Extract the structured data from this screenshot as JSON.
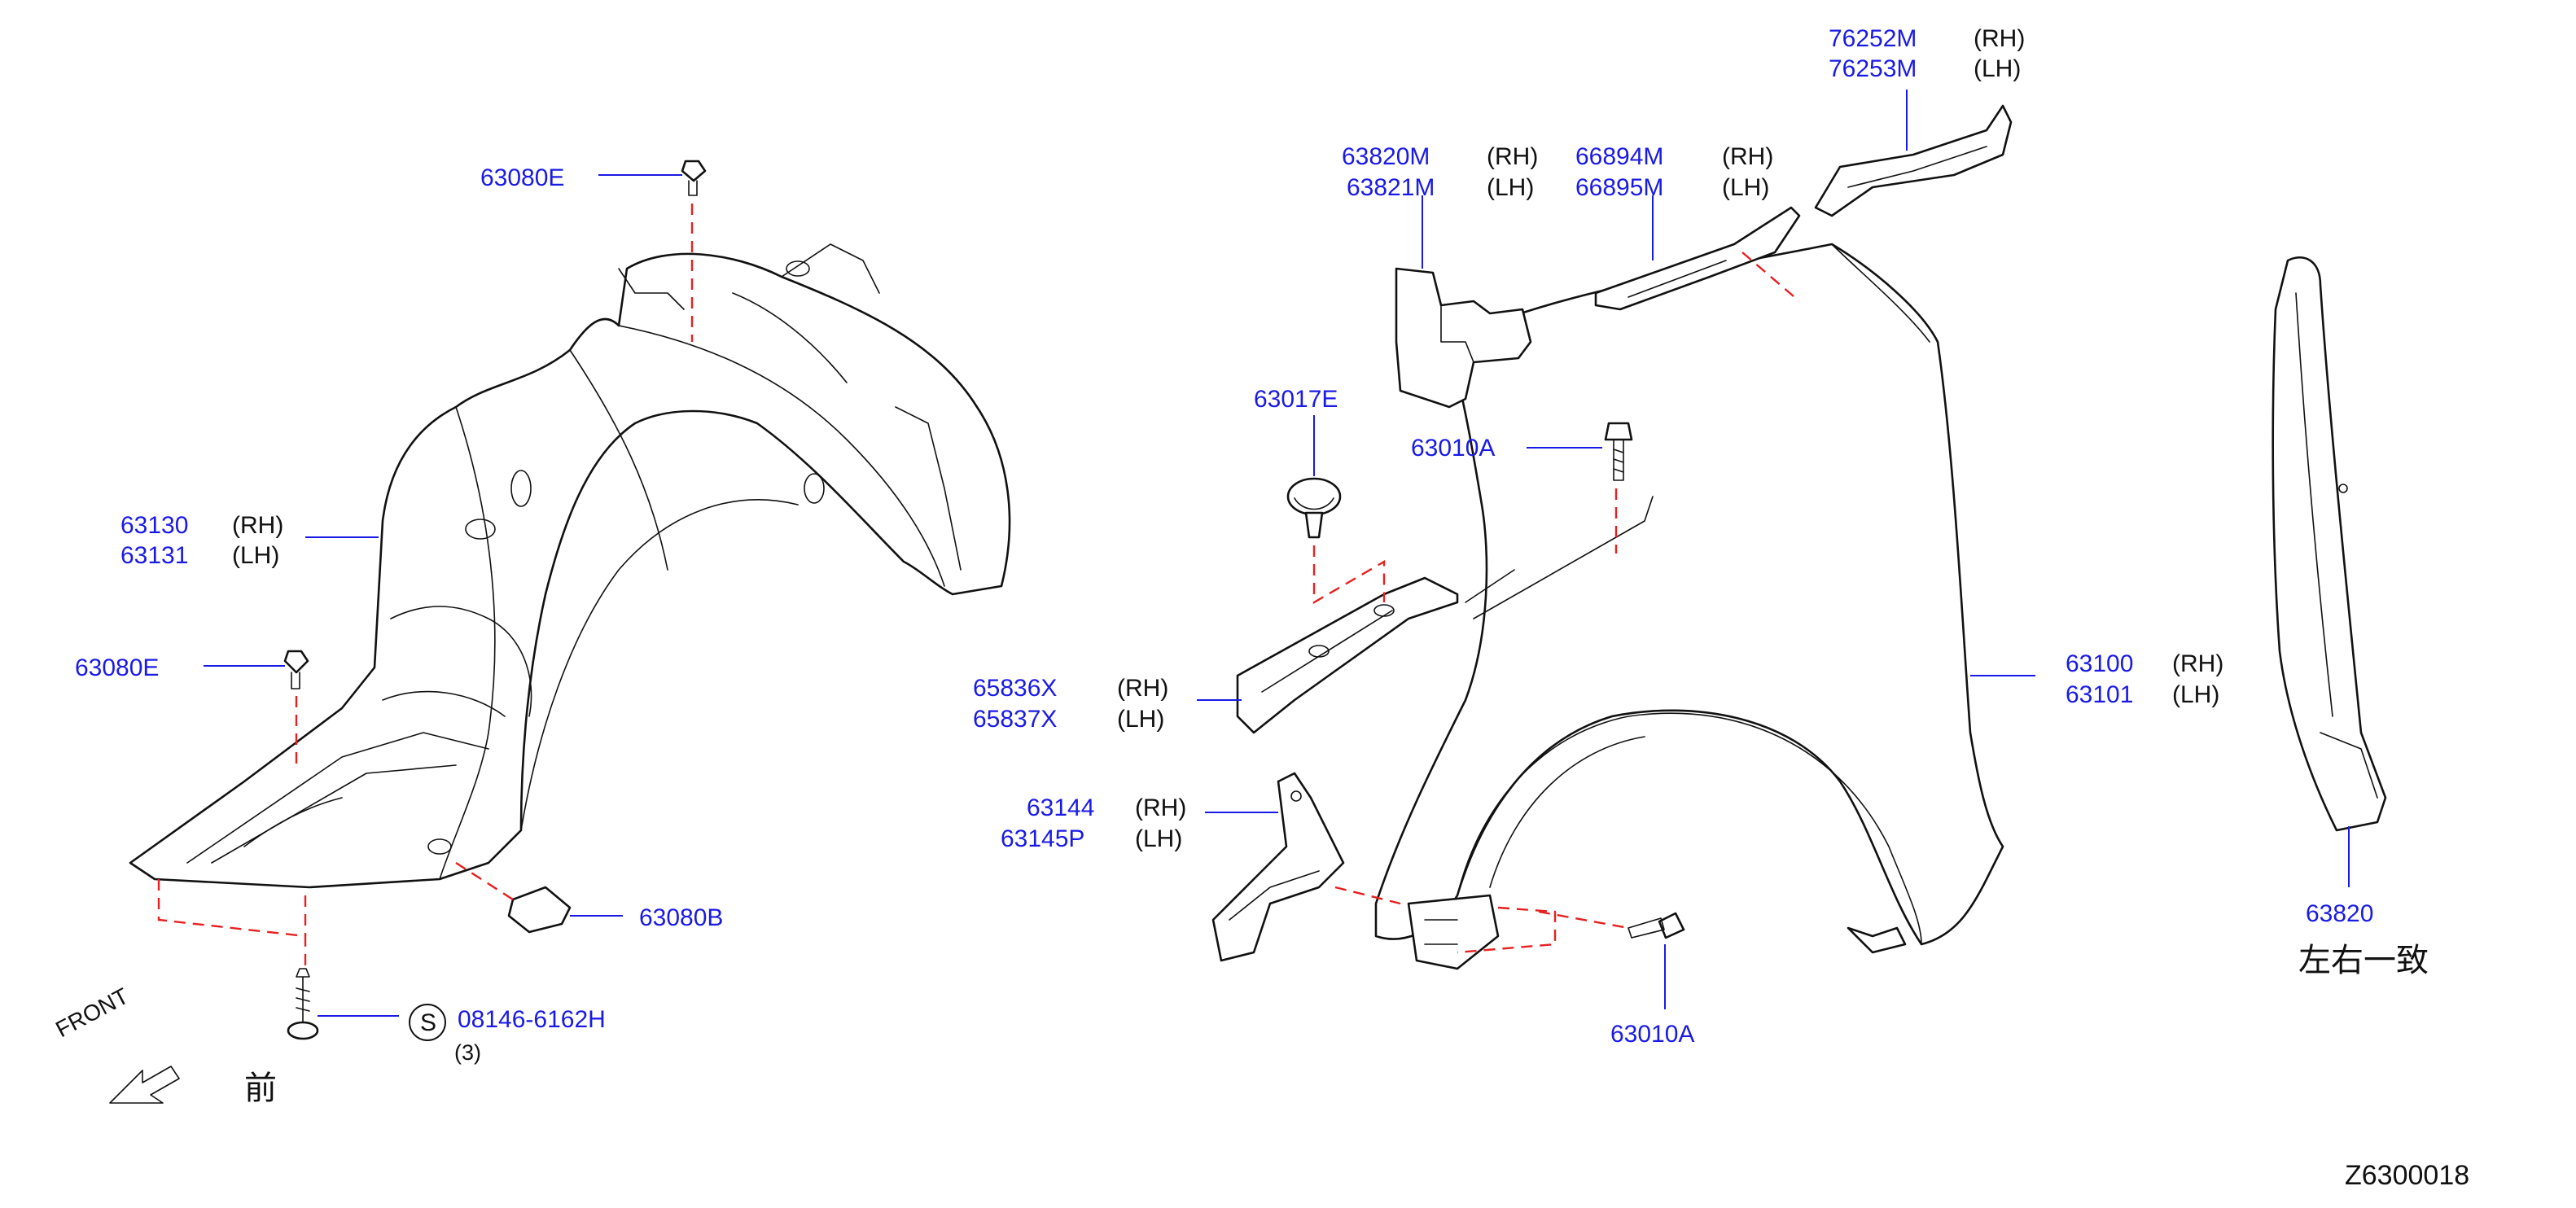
{
  "diagram_code": "Z6300018",
  "front_label": "FRONT",
  "front_label_cn": "前",
  "symmetry_note": "左右一致",
  "callouts": {
    "inner_fender_rh": "63130",
    "inner_fender_lh": "63131",
    "fender_rh": "63100",
    "fender_lh": "63101",
    "seal_63820": "63820",
    "clip_top": "63080E",
    "clip_mid": "63080E",
    "clip_63080B": "63080B",
    "screw_part": "08146-6162H",
    "screw_qty": "(3)",
    "screw_symbol": "S",
    "protector_rh": "63820M",
    "protector_lh": "63821M",
    "cover_rh": "66894M",
    "cover_lh": "66895M",
    "molding_rh": "76252M",
    "molding_lh": "76253M",
    "clip_63017E": "63017E",
    "bolt_upper": "63010A",
    "bolt_lower": "63010A",
    "bracket_rh": "65836X",
    "bracket_lh": "65837X",
    "stay_rh": "63144",
    "stay_lh": "63145P"
  },
  "side_labels": {
    "rh": "(RH)",
    "lh": "(LH)"
  },
  "colors": {
    "part_number": "#1a1ae6",
    "dash_line": "#e62020",
    "outline": "#111111"
  }
}
